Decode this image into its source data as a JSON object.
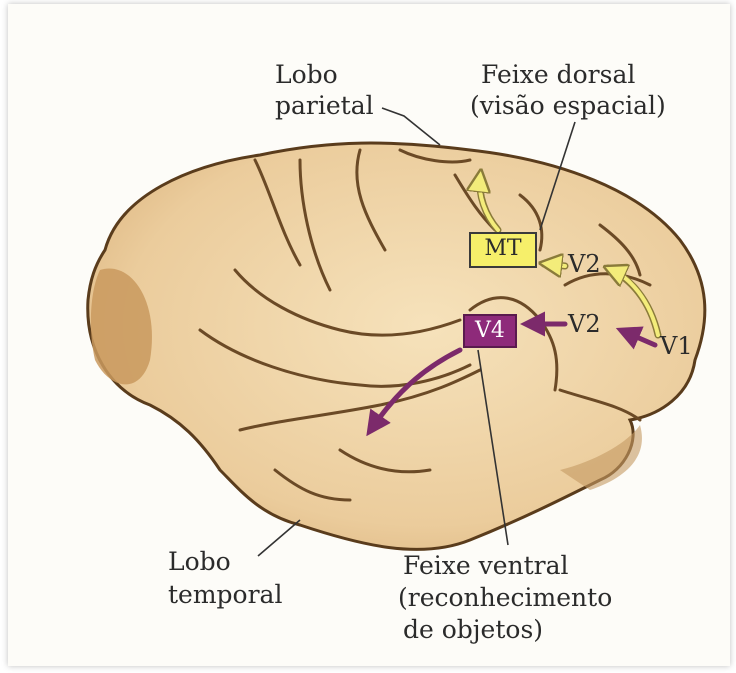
{
  "labels": {
    "lobo_parietal_1": "Lobo",
    "lobo_parietal_2": "parietal",
    "feixe_dorsal_1": "Feixe dorsal",
    "feixe_dorsal_2": "(visão espacial)",
    "lobo_temporal_1": "Lobo",
    "lobo_temporal_2": "temporal",
    "feixe_ventral_1": "Feixe ventral",
    "feixe_ventral_2": "(reconhecimento",
    "feixe_ventral_3": "de objetos)"
  },
  "areas": {
    "mt": "MT",
    "v4": "V4",
    "v2_upper": "V2",
    "v2_lower": "V2",
    "v1": "V1"
  },
  "colors": {
    "brain_fill": "#e8c998",
    "sulcus": "#6b4a26",
    "dorsal": "#f3ec7a",
    "mt_box": "#f6ef6a",
    "ventral": "#7c2a6b",
    "v4_box": "#8e2a7a"
  }
}
